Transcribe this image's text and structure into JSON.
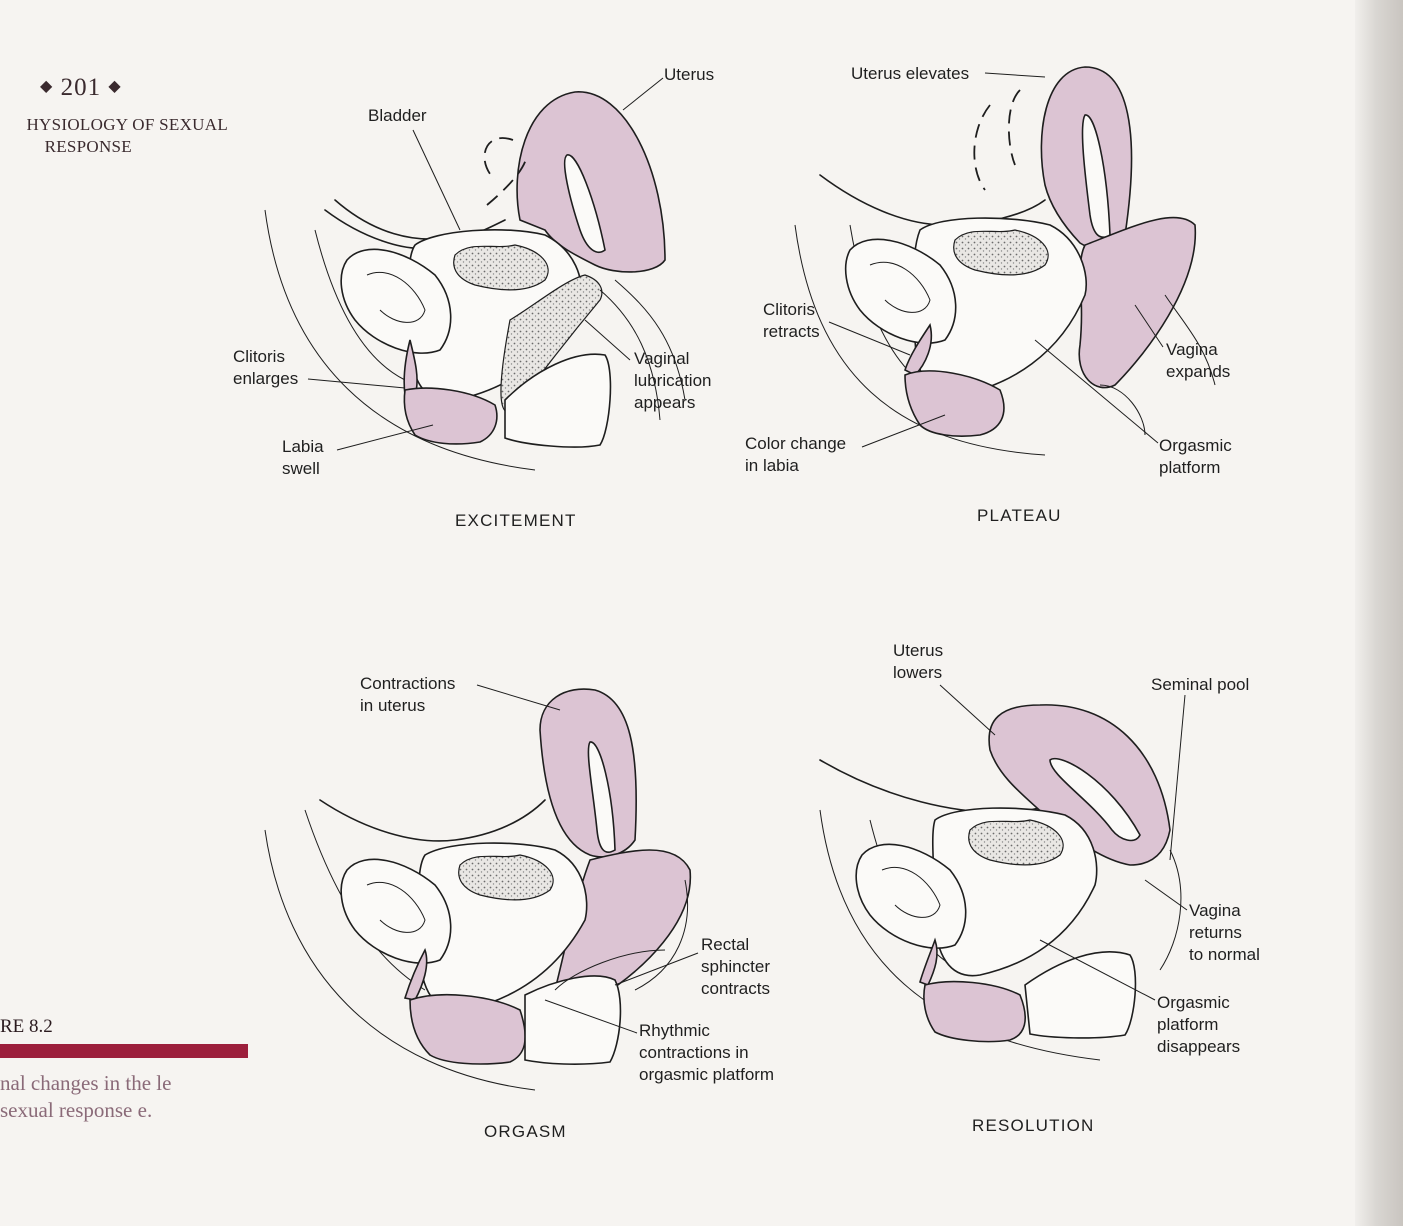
{
  "header": {
    "page_number": "201",
    "chapter_title_line1": "HYSIOLOGY OF SEXUAL",
    "chapter_title_line2": "RESPONSE"
  },
  "figure": {
    "label": "RE 8.2",
    "caption": "nal changes in the le sexual response e."
  },
  "panels": {
    "excitement": {
      "stage": "EXCITEMENT",
      "uterus": "Uterus",
      "bladder": "Bladder",
      "clitoris": "Clitoris\nenlarges",
      "vaginal": "Vaginal\nlubrication\nappears",
      "labia": "Labia\nswell"
    },
    "plateau": {
      "stage": "PLATEAU",
      "uterus": "Uterus elevates",
      "clitoris": "Clitoris\nretracts",
      "vagina": "Vagina\nexpands",
      "color": "Color change\nin labia",
      "platform": "Orgasmic\nplatform"
    },
    "orgasm": {
      "stage": "ORGASM",
      "contractions": "Contractions\nin uterus",
      "rectal": "Rectal\nsphincter\ncontracts",
      "rhythmic": "Rhythmic\ncontractions in\norgasmic platform"
    },
    "resolution": {
      "stage": "RESOLUTION",
      "uterus": "Uterus\nlowers",
      "seminal": "Seminal pool",
      "vagina": "Vagina\nreturns\nto normal",
      "platform": "Orgasmic\nplatform\ndisappears"
    }
  },
  "colors": {
    "tissue_pink": "#dcc4d3",
    "caption_bar": "#9c1f3c",
    "paper": "#f6f4f1"
  }
}
